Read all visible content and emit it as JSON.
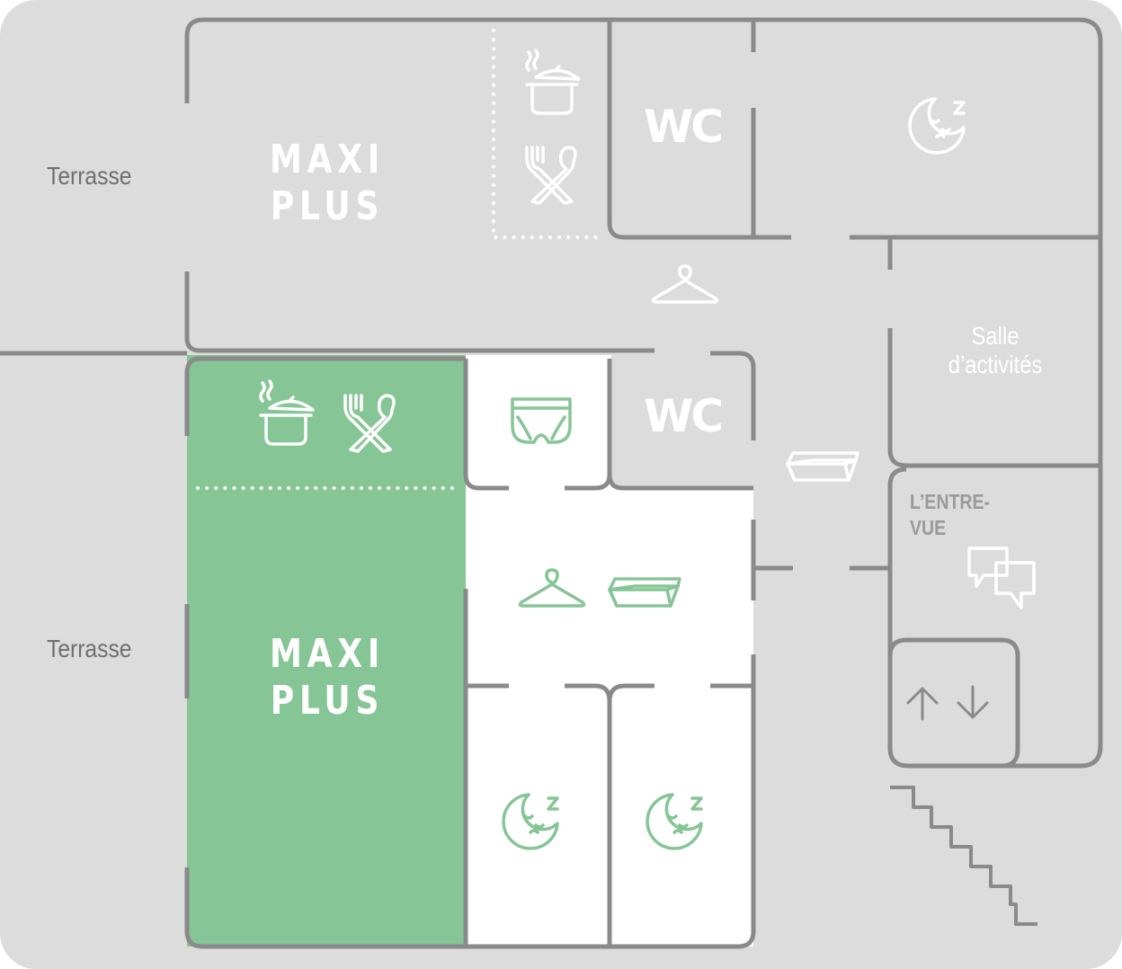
{
  "colors": {
    "background": "#dcdcdc",
    "wall": "#8a8a8a",
    "highlight_room": "#86c595",
    "highlight_icon": "#86c595",
    "white_room": "#ffffff",
    "label_gray": "#6f6f6f"
  },
  "labels": {
    "terrasse_top": "Terrasse",
    "terrasse_bottom": "Terrasse",
    "maxi_plus_top": "MAXI\nPLUS",
    "maxi_plus_bottom": "MAXI\nPLUS",
    "wc_top": "WC",
    "wc_bottom": "WC",
    "salle_activites": "Salle\nd’activités",
    "entre_vue": "L’ENTRE-\nVUE"
  },
  "icons": [
    "cooking-pot-icon",
    "fork-spoon-icon",
    "sleep-moon-icon",
    "coat-hanger-icon",
    "storage-tray-icon",
    "diaper-icon",
    "chat-bubbles-icon",
    "elevator-icon",
    "stairs-icon"
  ]
}
